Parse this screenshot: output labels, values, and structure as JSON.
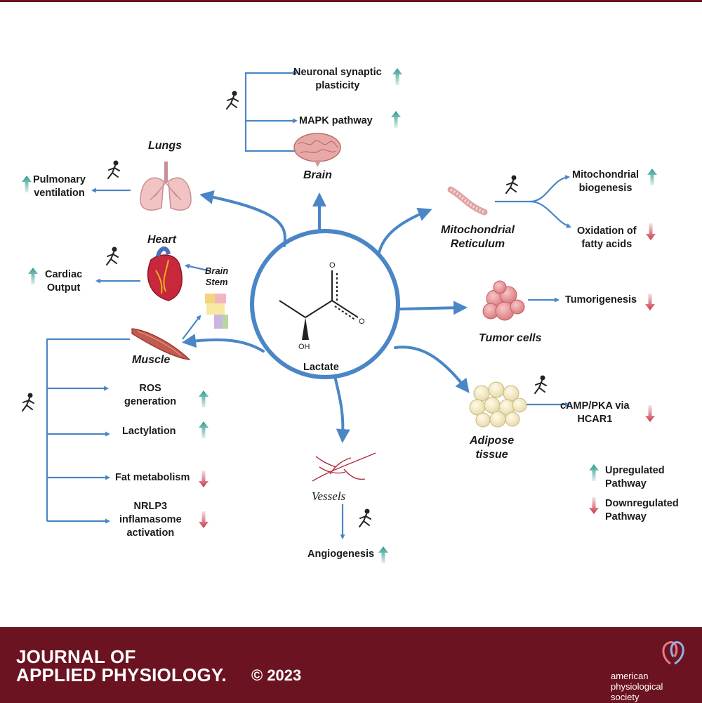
{
  "center": {
    "label": "Lactate",
    "atom_o_top": "O",
    "atom_o_right": "O",
    "atom_oh": "OH"
  },
  "organs": {
    "brain": "Brain",
    "lungs": "Lungs",
    "heart": "Heart",
    "brain_stem": "Brain\nStem",
    "muscle": "Muscle",
    "vessels": "Vessels",
    "mitochondrial_reticulum": "Mitochondrial\nReticulum",
    "tumor_cells": "Tumor cells",
    "adipose_tissue": "Adipose\ntissue"
  },
  "effects": {
    "neuronal_synaptic_plasticity": {
      "text": "Neuronal synaptic\nplasticity",
      "direction": "up"
    },
    "mapk_pathway": {
      "text": "MAPK pathway",
      "direction": "up"
    },
    "pulmonary_ventilation": {
      "text": "Pulmonary\nventilation",
      "direction": "up"
    },
    "cardiac_output": {
      "text": "Cardiac\nOutput",
      "direction": "up"
    },
    "ros_generation": {
      "text": "ROS\ngeneration",
      "direction": "up"
    },
    "lactylation": {
      "text": "Lactylation",
      "direction": "up"
    },
    "fat_metabolism": {
      "text": "Fat metabolism",
      "direction": "down"
    },
    "nrlp3": {
      "text": "NRLP3\ninflamasome\nactivation",
      "direction": "down"
    },
    "angiogenesis": {
      "text": "Angiogenesis",
      "direction": "up"
    },
    "mitochondrial_biogenesis": {
      "text": "Mitochondrial\nbiogenesis",
      "direction": "up"
    },
    "oxidation_fatty_acids": {
      "text": "Oxidation of\nfatty acids",
      "direction": "down"
    },
    "tumorigenesis": {
      "text": "Tumorigenesis",
      "direction": "down"
    },
    "camp_pka": {
      "text": "cAMP/PKA via\nHCAR1",
      "direction": "down"
    }
  },
  "legend": {
    "up": "Upregulated\nPathway",
    "down": "Downregulated\nPathway"
  },
  "colors": {
    "arrow_blue": "#4a86c5",
    "up_teal": "#2f9a8f",
    "down_red": "#c8394a",
    "footer_maroon": "#6b1320"
  },
  "footer": {
    "journal_line1": "JOURNAL OF",
    "journal_line2": "APPLIED PHYSIOLOGY.",
    "copyright": "© 2023",
    "society": "american\nphysiological\nsociety"
  }
}
